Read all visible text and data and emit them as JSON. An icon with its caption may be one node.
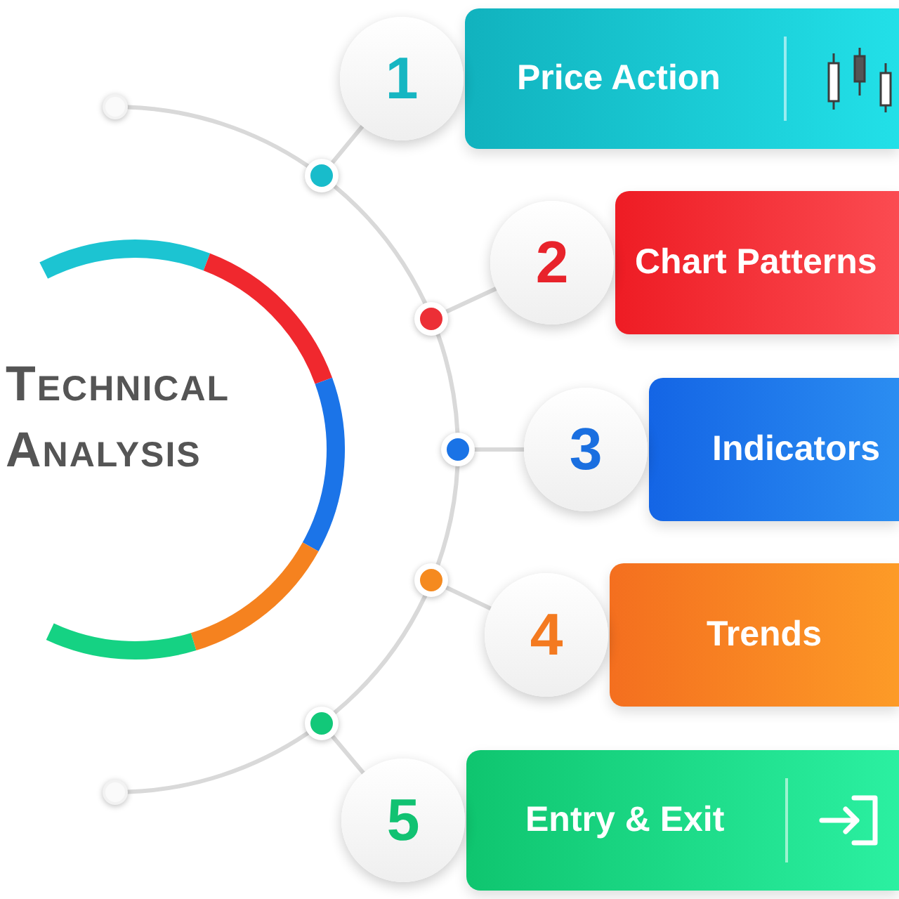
{
  "diagram": {
    "nodes": [
      {
        "text": [
          "Technical Analysis"
        ]
      },
      {
        "text": [],
        "shape": "circle"
      },
      {
        "text": [],
        "shape": "circle"
      },
      {
        "text": [
          "1"
        ]
      },
      {
        "text": [
          "Price Action"
        ]
      },
      {
        "text": [],
        "shape": "circle"
      },
      {
        "text": [
          "2"
        ]
      },
      {
        "text": [
          "Chart Patterns"
        ]
      },
      {
        "text": [],
        "shape": "circle"
      },
      {
        "text": [
          "3"
        ]
      },
      {
        "text": [
          "Indicators"
        ]
      },
      {
        "text": [],
        "shape": "circle"
      },
      {
        "text": [
          "4"
        ]
      },
      {
        "text": [
          "Trends"
        ]
      },
      {
        "text": [],
        "shape": "circle"
      },
      {
        "text": [
          "5"
        ]
      },
      {
        "text": [
          "Entry & Exit"
        ]
      },
      {
        "text": [],
        "shape": "circle"
      }
    ],
    "edges": [
      {
        "from": 1,
        "to": 2,
        "arrow": "none"
      },
      {
        "from": 2,
        "to": 3,
        "arrow": "none"
      },
      {
        "from": 2,
        "to": 5,
        "arrow": "none"
      },
      {
        "from": 5,
        "to": 6,
        "arrow": "none"
      },
      {
        "from": 5,
        "to": 8,
        "arrow": "none"
      },
      {
        "from": 8,
        "to": 9,
        "arrow": "none"
      },
      {
        "from": 8,
        "to": 11,
        "arrow": "none"
      },
      {
        "from": 11,
        "to": 12,
        "arrow": "none"
      },
      {
        "from": 11,
        "to": 14,
        "arrow": "none"
      },
      {
        "from": 14,
        "to": 15,
        "arrow": "none"
      },
      {
        "from": 14,
        "to": 17,
        "arrow": "none"
      }
    ]
  }
}
